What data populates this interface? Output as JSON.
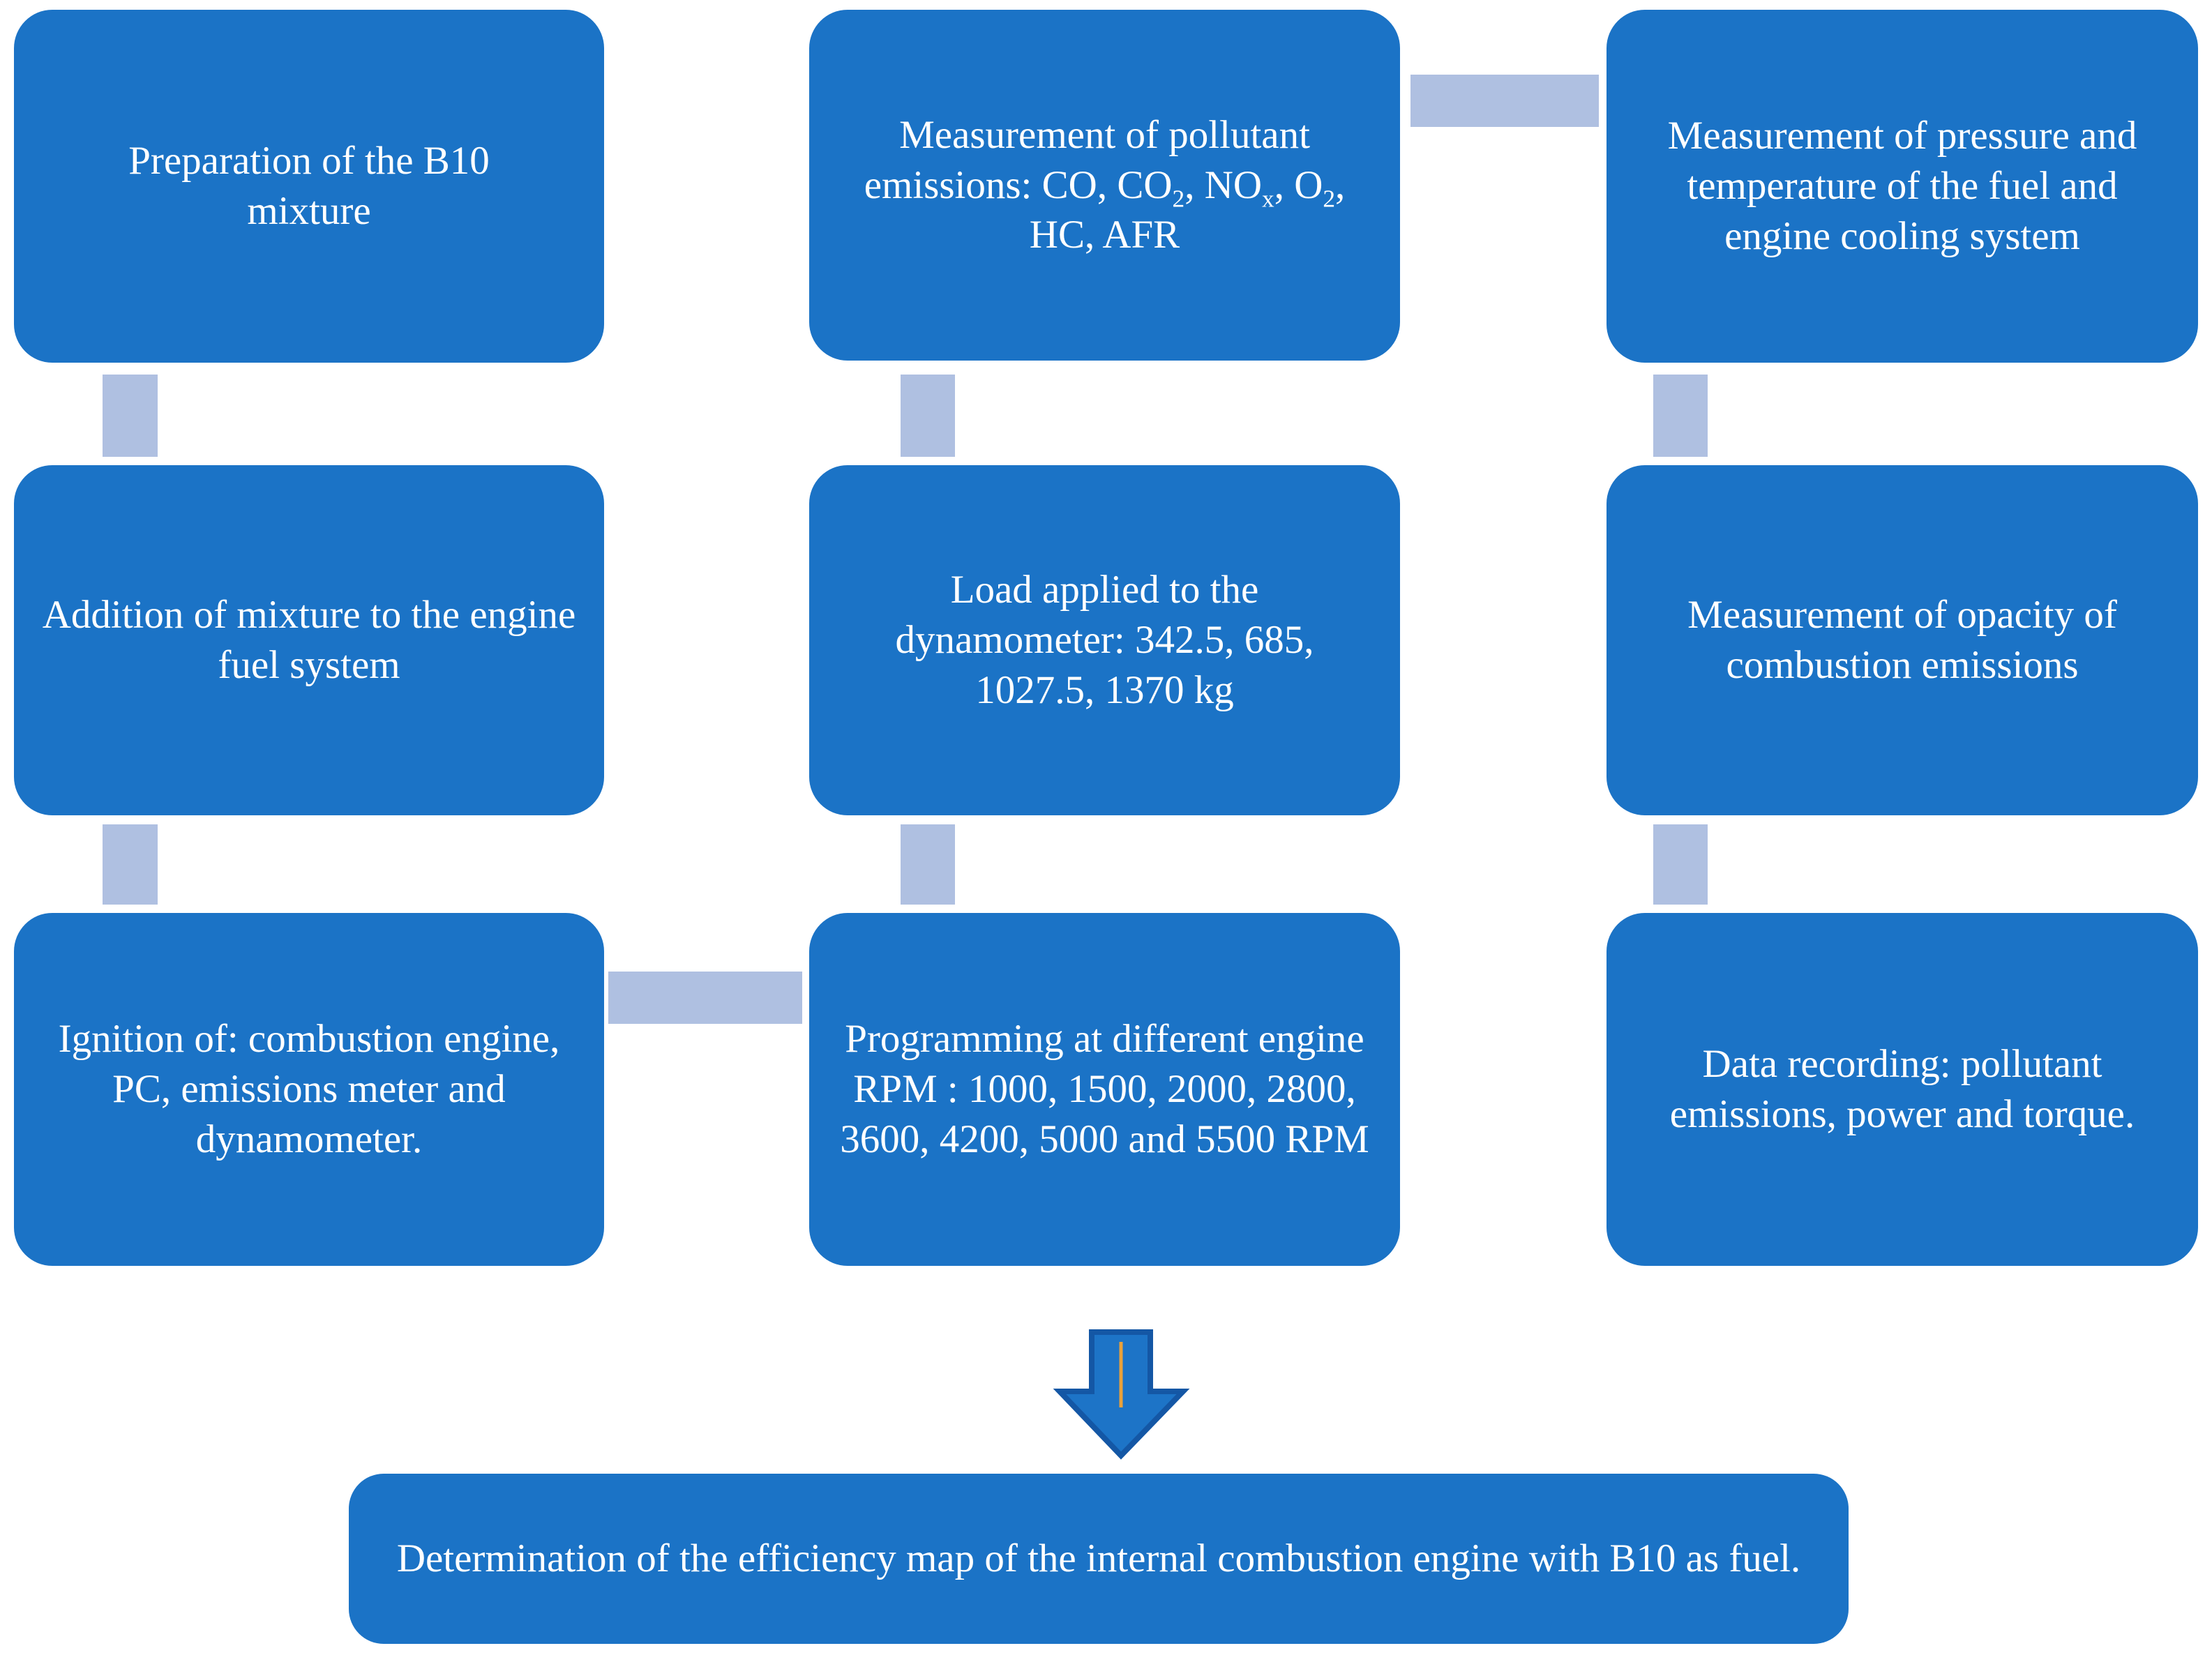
{
  "figure": {
    "type": "flowchart",
    "description": "Experimental procedure flow diagram for internal combustion engine testing with B10 fuel"
  },
  "colors": {
    "box_fill": "#1B73C6",
    "box_text": "#FFFFFF",
    "connector_fill": "#AFC0E1",
    "arrow_fill": "#1D74C7",
    "arrow_border": "#1457A5",
    "arrow_accent": "#E9A13B",
    "canvas_bg": "#FFFFFF"
  },
  "boxes": {
    "l1": {
      "text": "Preparation of the B10 mixture"
    },
    "l2": {
      "text": "Addition of mixture to the engine fuel system"
    },
    "l3": {
      "text": "Ignition of: combustion engine, PC, emissions meter and dynamometer."
    },
    "m1": {
      "rich": [
        {
          "t": "Measurement of pollutant emissions: CO, CO"
        },
        {
          "t": "2",
          "sub": true
        },
        {
          "t": ", NO"
        },
        {
          "t": "x",
          "sub": true
        },
        {
          "t": ", O"
        },
        {
          "t": "2",
          "sub": true
        },
        {
          "t": ", HC, AFR"
        }
      ]
    },
    "m2": {
      "text": "Load applied to the dynamometer: 342.5, 685, 1027.5, 1370 kg"
    },
    "m3": {
      "text": "Programming at different engine RPM : 1000, 1500, 2000, 2800, 3600, 4200, 5000 and 5500 RPM"
    },
    "r1": {
      "text": "Measurement of pressure and temperature of the fuel and engine cooling system"
    },
    "r2": {
      "text": "Measurement of opacity of combustion emissions"
    },
    "r3": {
      "text": "Data recording: pollutant emissions, power and torque."
    },
    "final": {
      "text": "Determination of the efficiency map of the internal combustion engine with B10 as fuel."
    }
  }
}
